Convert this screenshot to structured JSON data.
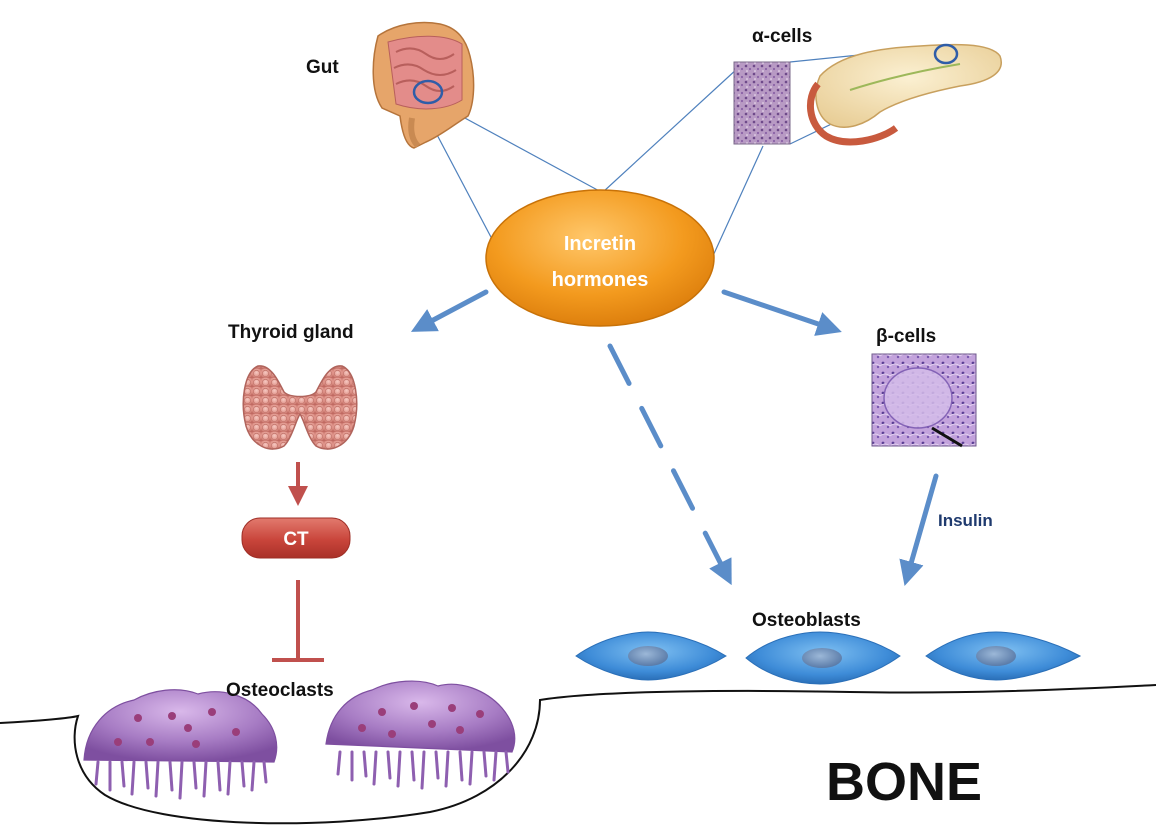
{
  "diagram": {
    "labels": {
      "gut": "Gut",
      "alpha_cells": "α-cells",
      "incretin_line1": "Incretin",
      "incretin_line2": "hormones",
      "thyroid_gland": "Thyroid gland",
      "beta_cells": "β-cells",
      "ct": "CT",
      "insulin": "Insulin",
      "osteoblasts": "Osteoblasts",
      "osteoclasts": "Osteoclasts",
      "bone": "BONE"
    },
    "colors": {
      "incretin_fill": "#F39A1E",
      "thin_line": "#4F81BD",
      "arrow_blue": "#5B8DC9",
      "inhibit_red": "#C0504D",
      "ct_fill": "#C9453B",
      "osteoblast": "#3E8CD8",
      "osteoclast": "#9B6BB8",
      "insulin_text": "#1F3A6E"
    }
  }
}
